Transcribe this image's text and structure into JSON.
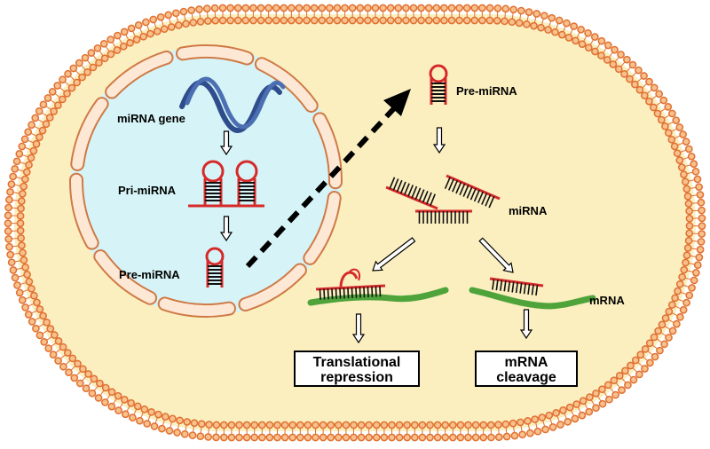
{
  "labels": {
    "mirna_gene": "miRNA gene",
    "pri_mirna": "Pri-miRNA",
    "pre_mirna_nucleus": "Pre-miRNA",
    "pre_mirna_cytoplasm": "Pre-miRNA",
    "mirna": "miRNA",
    "mrna": "mRNA"
  },
  "outcomes": {
    "translational_repression": [
      "Translational",
      "repression"
    ],
    "mrna_cleavage": [
      "mRNA",
      "cleavage"
    ]
  },
  "colors": {
    "cell_fill": "#fbefc0",
    "membrane_head": "#e07030",
    "membrane_head_light": "#f7c08c",
    "nucleus_fill": "#d6f4f7",
    "envelope_fill": "#fde8d6",
    "envelope_stroke": "#cf7a45",
    "dna_strand": "#2f4d8c",
    "rna_red": "#d62a2a",
    "rna_black": "#111111",
    "mrna_green": "#4ea43a",
    "arrow_dashed": "#000000"
  },
  "icons": {
    "dna": "double-helix-icon",
    "hairpin": "hairpin-rna-icon",
    "duplex": "mirna-duplex-icon",
    "mrna": "mrna-strand-icon"
  }
}
